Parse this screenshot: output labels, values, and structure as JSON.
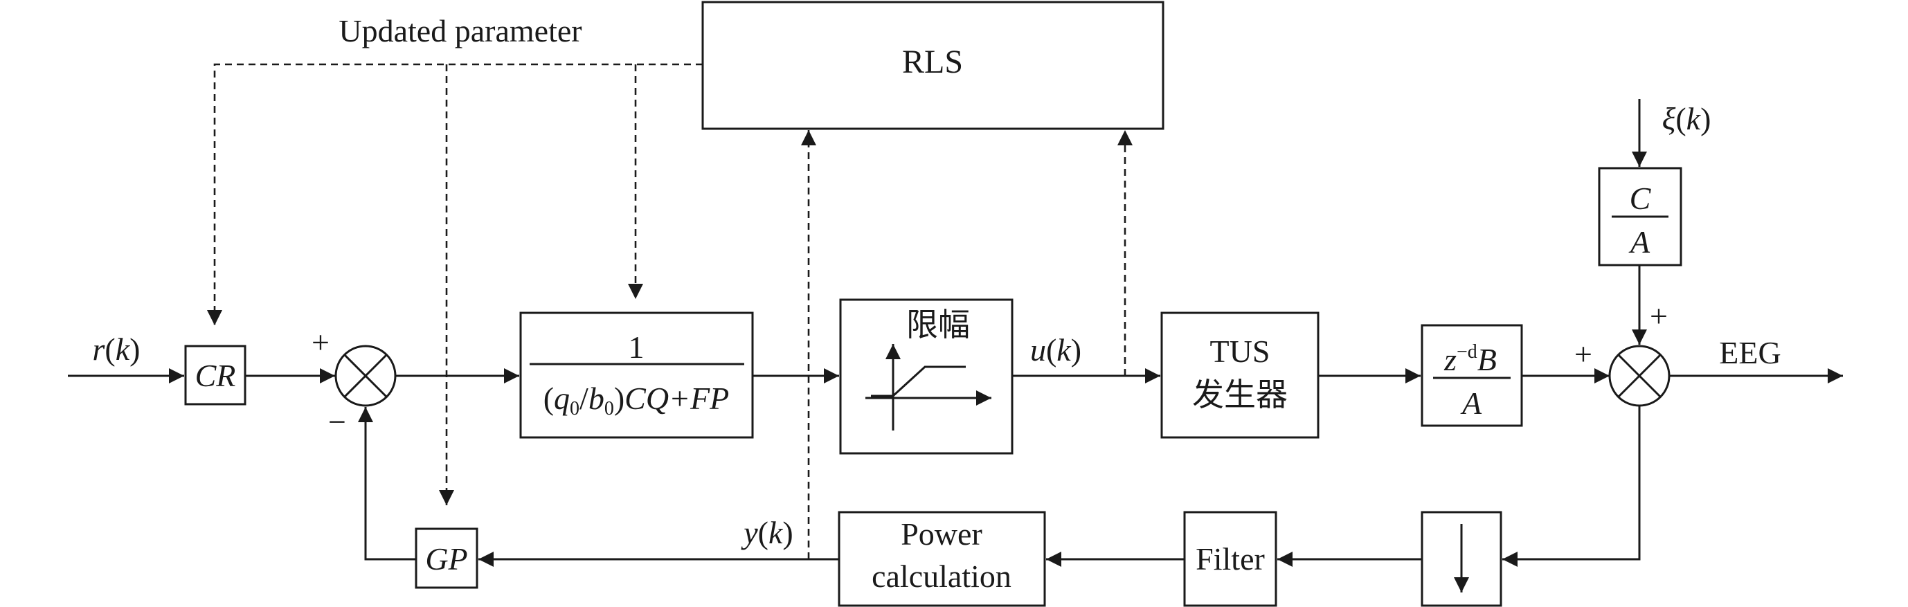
{
  "labels": {
    "updated_parameter": "Updated parameter",
    "rls": "RLS",
    "r": "r",
    "k": "k",
    "cr": "CR",
    "gp": "GP",
    "plus": "+",
    "minus": "−",
    "fraction_one": "1",
    "q": "q",
    "b": "b",
    "zero": "0",
    "cq_fp": "CQ+FP",
    "limiter": "限幅",
    "u": "u",
    "tus": "TUS",
    "tus_generator": "发生器",
    "z": "z",
    "minus_d": "−d",
    "B": "B",
    "A": "A",
    "C": "C",
    "xi": "ξ",
    "eeg": "EEG",
    "y": "y",
    "power": "Power",
    "calculation": "calculation",
    "filter": "Filter"
  }
}
